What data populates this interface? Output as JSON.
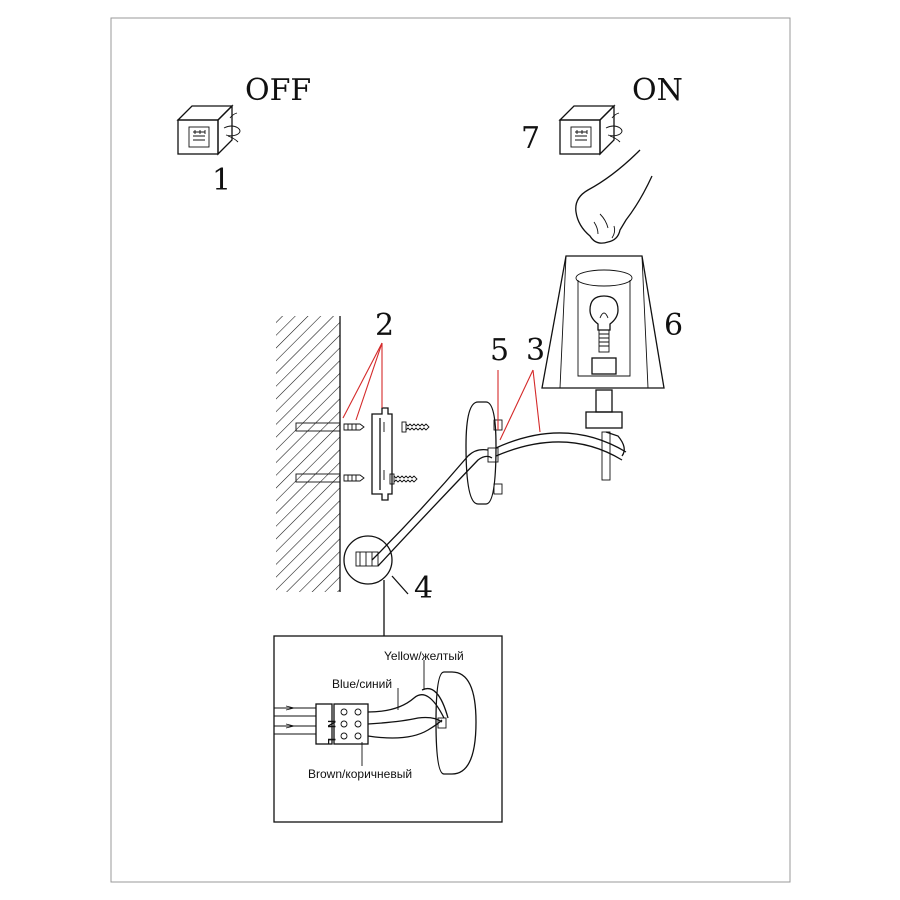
{
  "states": {
    "off": "OFF",
    "on": "ON"
  },
  "steps": {
    "s1": "1",
    "s2": "2",
    "s3": "3",
    "s4": "4",
    "s5": "5",
    "s6": "6",
    "s7": "7"
  },
  "wires": {
    "yellow": "Yellow/желтый",
    "blue": "Blue/синий",
    "brown": "Brown/коричневый"
  },
  "terminal": {
    "n": "N",
    "l": "L"
  },
  "icons": {
    "switch": "wall-switch-icon",
    "hand": "hand-icon",
    "bulb": "light-bulb-icon",
    "screw": "screw-icon",
    "dowel": "wall-plug-icon"
  }
}
